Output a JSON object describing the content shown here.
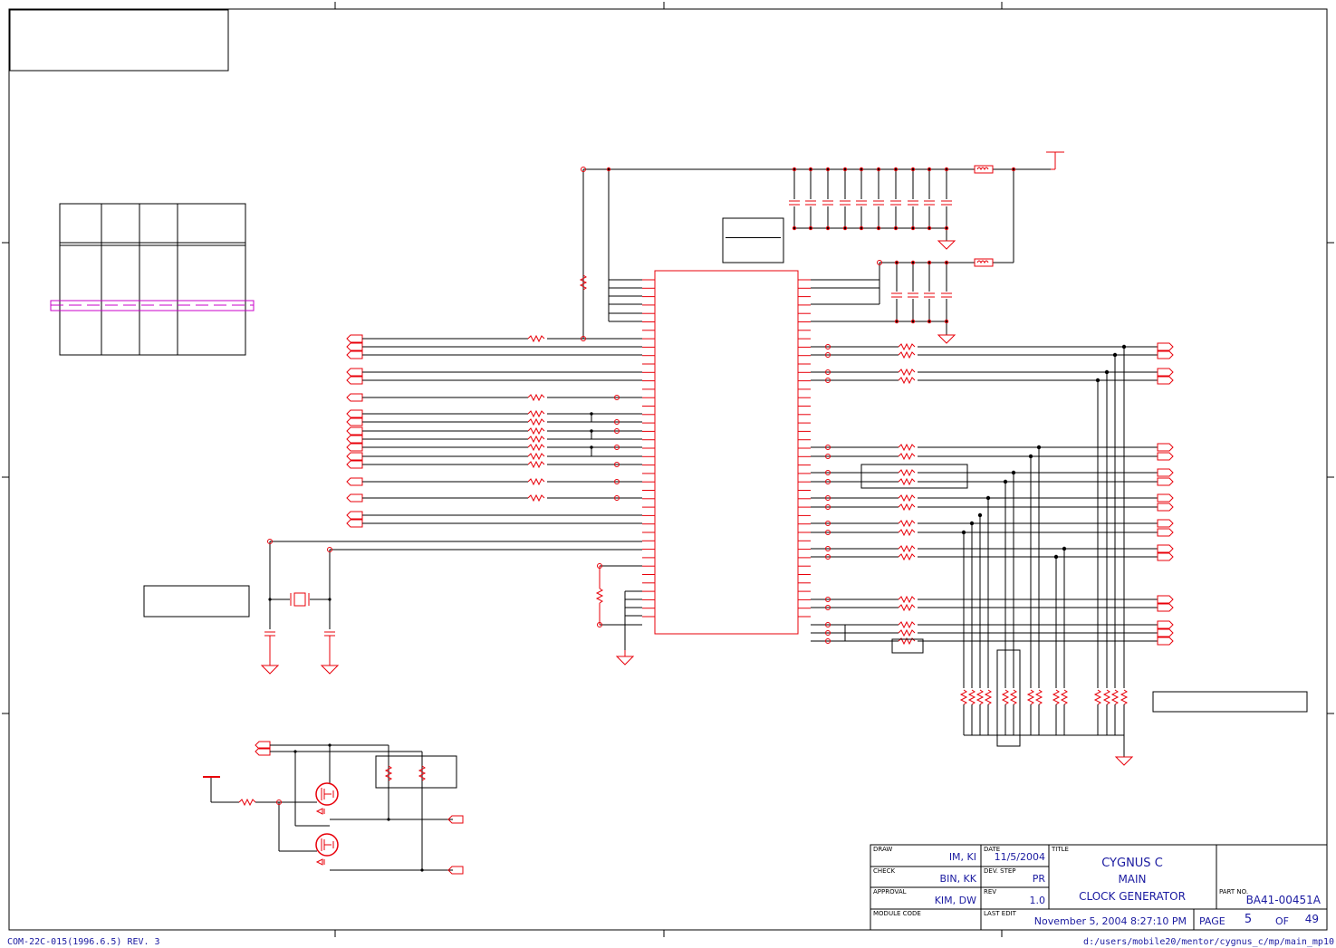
{
  "title_block": {
    "draw_label": "DRAW",
    "draw_value": "IM, KI",
    "check_label": "CHECK",
    "check_value": "BIN, KK",
    "approval_label": "APPROVAL",
    "approval_value": "KIM, DW",
    "module_code_label": "MODULE CODE",
    "date_label": "DATE",
    "date_value": "11/5/2004",
    "dev_step_label": "DEV. STEP",
    "dev_step_value": "PR",
    "rev_label": "REV",
    "rev_value": "1.0",
    "last_edit_label": "LAST EDIT",
    "last_edit_value": "November 5, 2004  8:27:10 PM",
    "title_label": "TITLE",
    "title_lines": [
      "CYGNUS C",
      "MAIN",
      "CLOCK GENERATOR"
    ],
    "part_no_label": "PART NO.",
    "part_no_value": "BA41-00451A",
    "page_label": "PAGE",
    "page_value": "5",
    "of_label": "OF",
    "of_value": "49"
  },
  "footer": {
    "form_code": "COM-22C-015(1996.6.5) REV. 3",
    "file_path": "d:/users/mobile20/mentor/cygnus_c/mp/main_mp10"
  },
  "colors": {
    "wire": "#000000",
    "component": "#e8000a",
    "highlight": "#c800c8",
    "title_text": "#1a1aa0"
  }
}
